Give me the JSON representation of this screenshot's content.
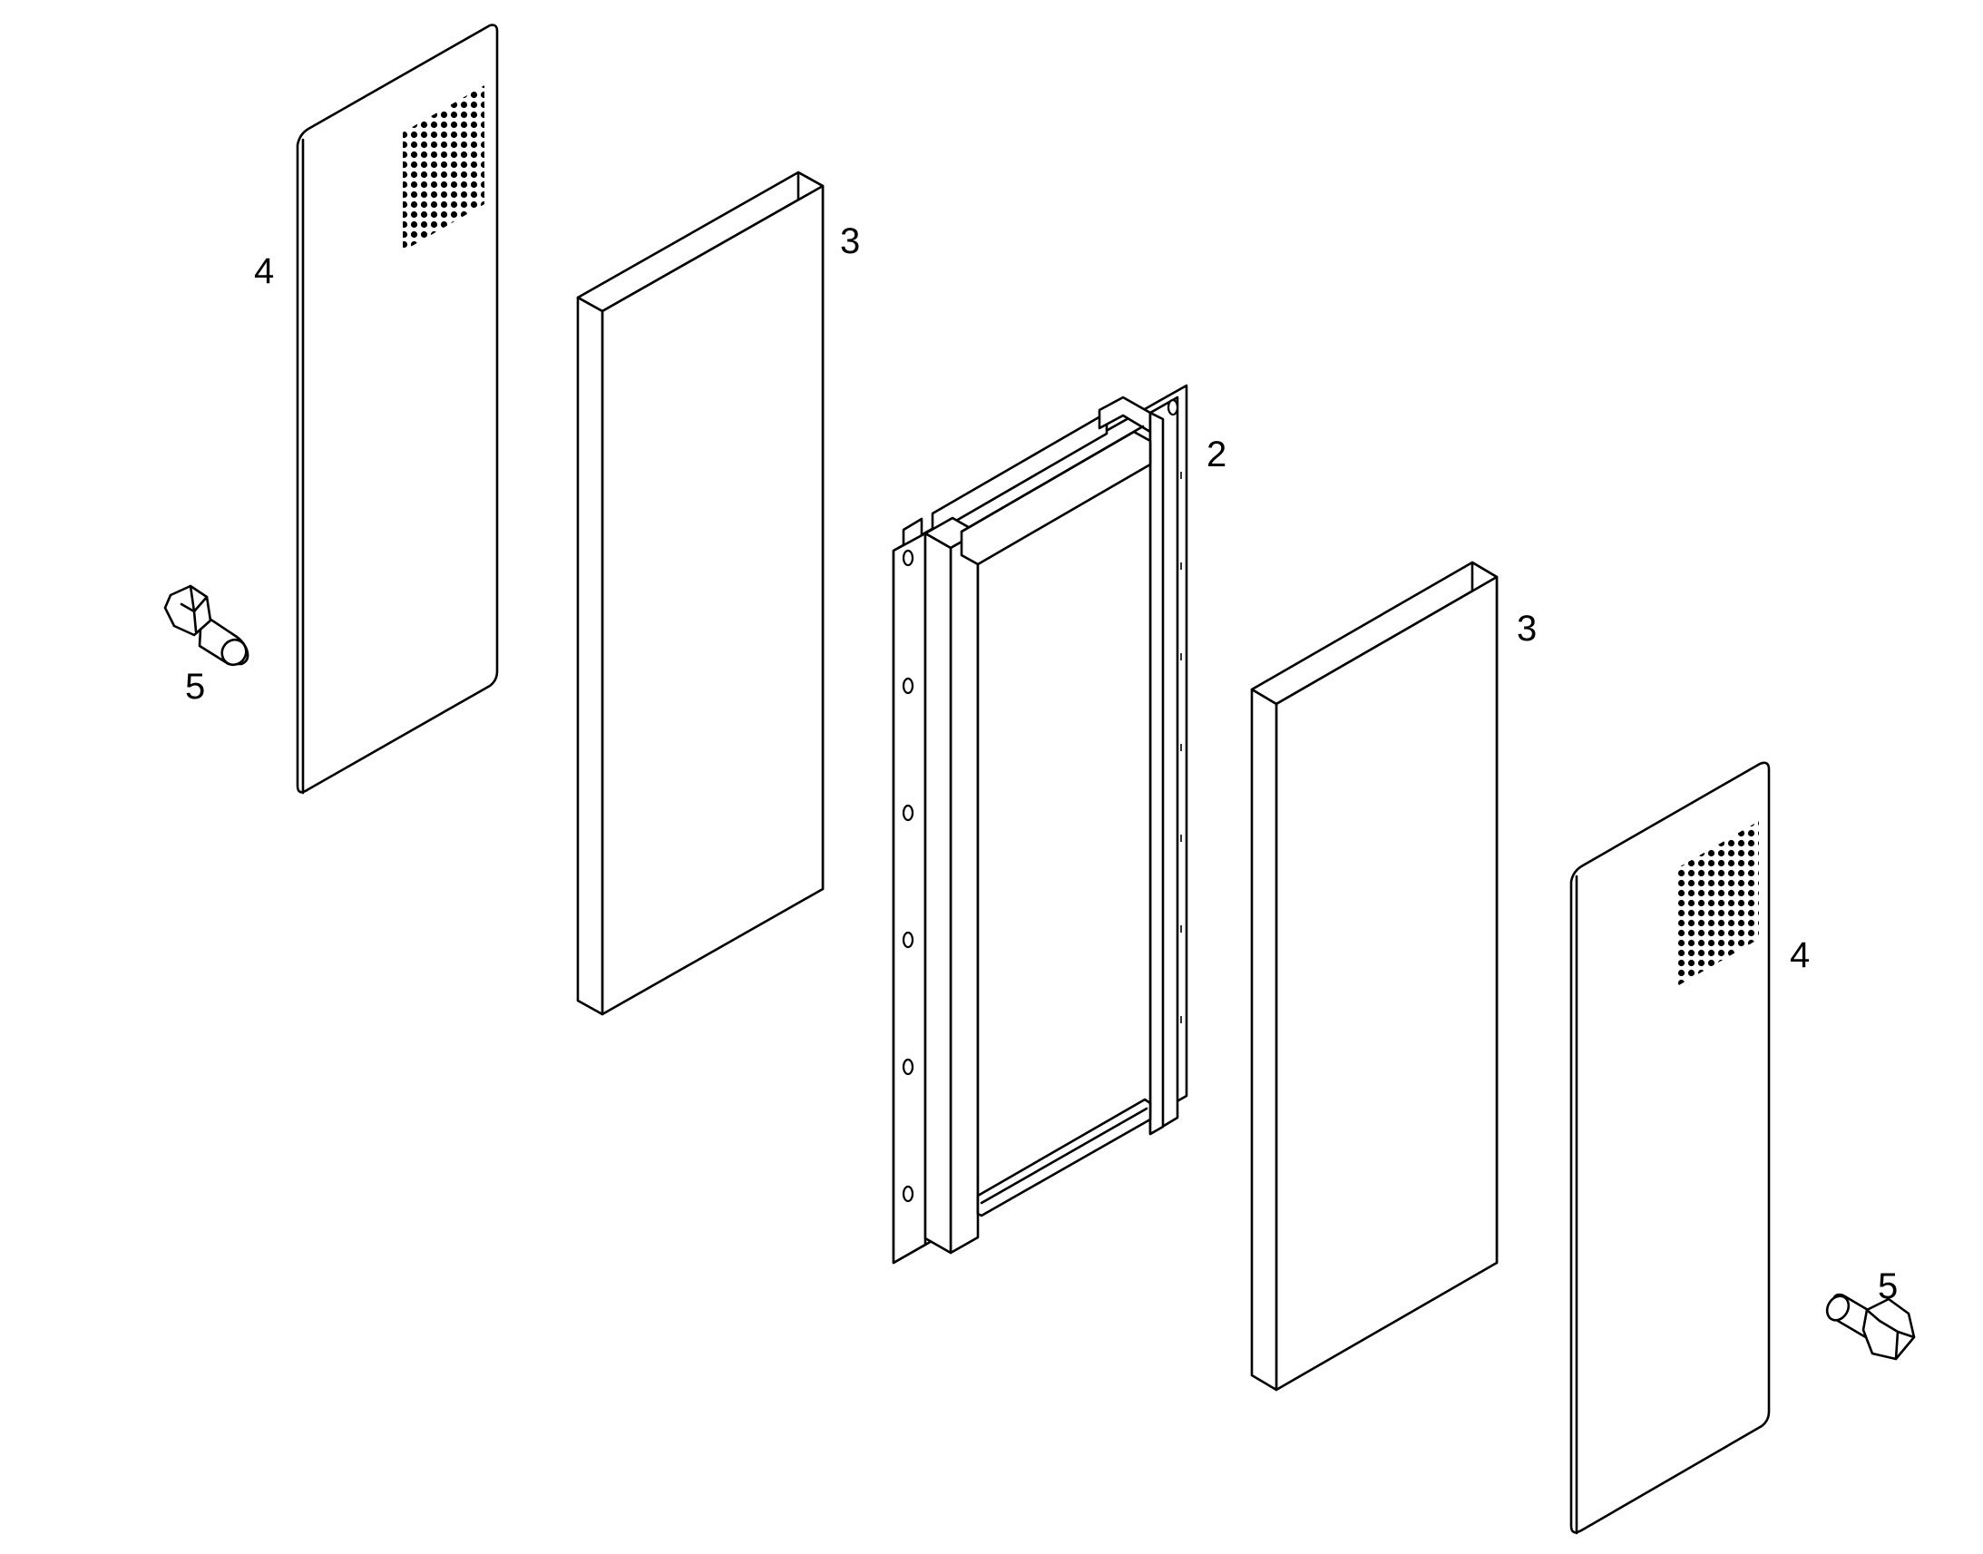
{
  "diagram": {
    "callouts": {
      "part_2": "2",
      "part_3_upper": "3",
      "part_3_lower": "3",
      "part_4_upper": "4",
      "part_4_lower": "4",
      "part_5_upper": "5",
      "part_5_lower": "5"
    },
    "colors": {
      "line": "#000000",
      "background": "#ffffff"
    }
  }
}
